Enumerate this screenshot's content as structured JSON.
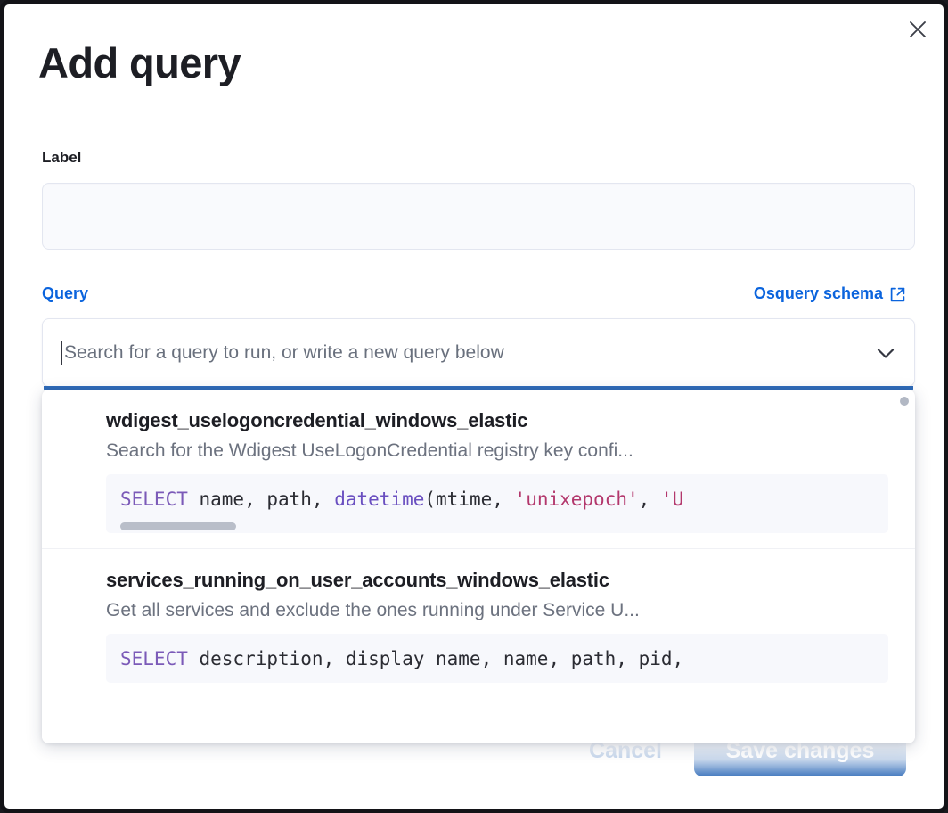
{
  "modal": {
    "title": "Add query",
    "close_icon": "close-icon"
  },
  "label_field": {
    "label": "Label",
    "value": "",
    "placeholder": ""
  },
  "query_section": {
    "label": "Query",
    "schema_link_text": "Osquery schema",
    "schema_link_icon": "external-link-icon",
    "combobox": {
      "value": "",
      "placeholder": "Search for a query to run, or write a new query below",
      "chevron_icon": "chevron-down-icon"
    }
  },
  "dropdown": {
    "options": [
      {
        "title": "wdigest_uselogoncredential_windows_elastic",
        "description": "Search for the Wdigest UseLogonCredential registry key confi...",
        "code_tokens": [
          {
            "text": "SELECT",
            "type": "keyword"
          },
          {
            "text": " name, path, ",
            "type": "plain"
          },
          {
            "text": "datetime",
            "type": "function"
          },
          {
            "text": "(mtime, ",
            "type": "plain"
          },
          {
            "text": "'unixepoch'",
            "type": "string"
          },
          {
            "text": ", ",
            "type": "plain"
          },
          {
            "text": "'U",
            "type": "string"
          }
        ],
        "has_code_scrollbar": true
      },
      {
        "title": "services_running_on_user_accounts_windows_elastic",
        "description": "Get all services and exclude the ones running under Service U...",
        "code_tokens": [
          {
            "text": "SELECT",
            "type": "keyword"
          },
          {
            "text": " description, display_name, name, path, pid,",
            "type": "plain"
          }
        ],
        "has_code_scrollbar": false
      }
    ],
    "scrollbar_icon": "scrollbar-thumb"
  },
  "footer": {
    "cancel_label": "Cancel",
    "save_label": "Save changes"
  },
  "colors": {
    "accent": "#0b64dd",
    "primary_button": "#2f6bb8",
    "focus_bar": "#2f6bb8",
    "title": "#1d1e24",
    "muted_text": "#6c727f",
    "code_keyword": "#7b5ab8",
    "code_string": "#b3376c"
  }
}
